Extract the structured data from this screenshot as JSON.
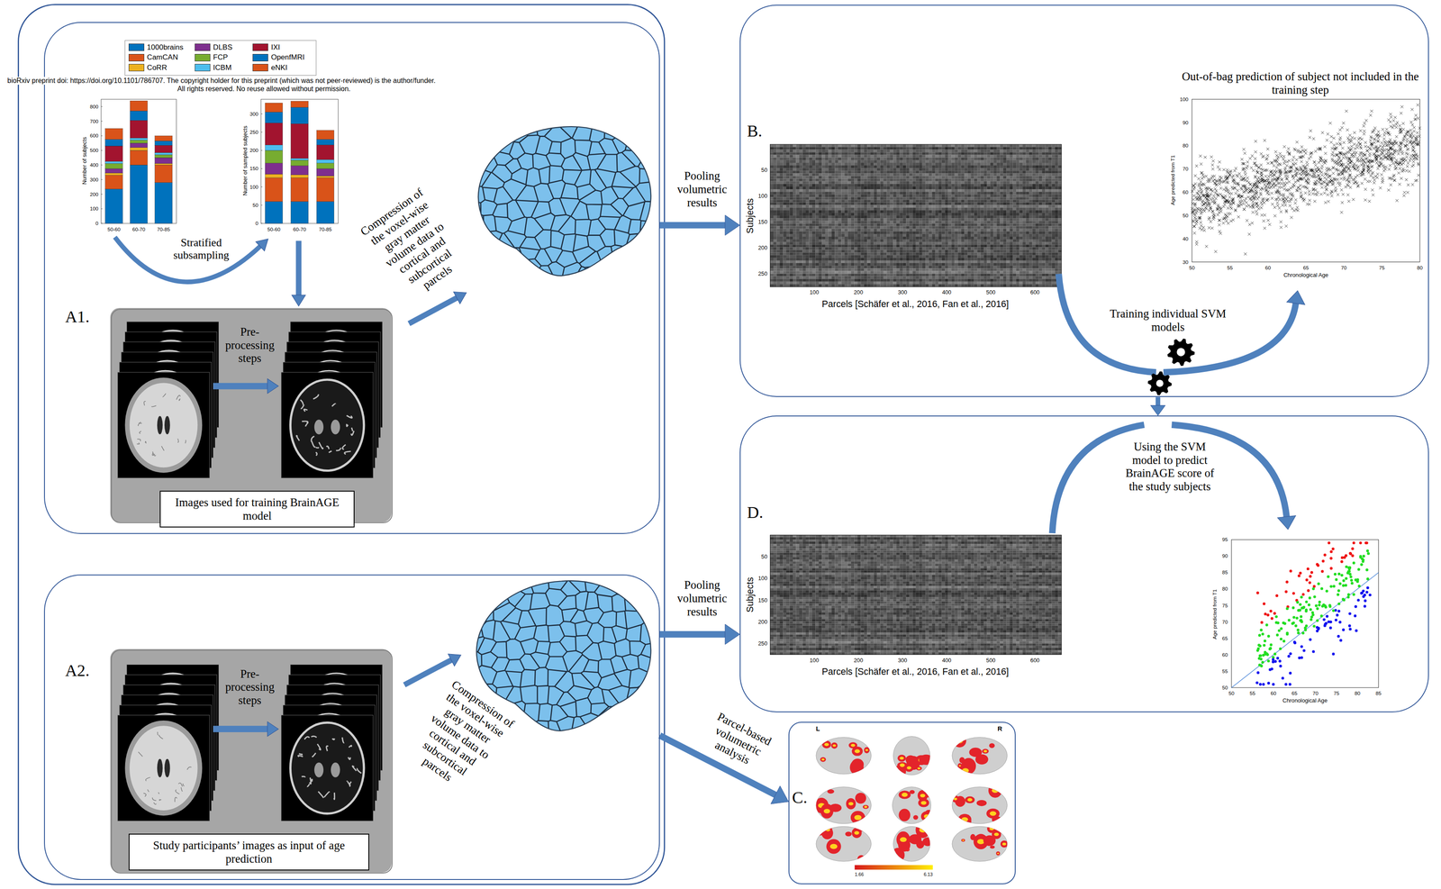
{
  "diagram": {
    "nodes": [
      {
        "text": [
          "A1.",
          "Stratified subsampling",
          "Compression of the voxel-wise gray matter volume data to cortical and subcortical parcels"
        ]
      },
      {
        "text": [
          "Pre-processing steps"
        ],
        "in": 0
      },
      {
        "text": [
          "Images used for training BrainAGE model"
        ],
        "in": 1
      },
      {
        "text": [
          "A2.",
          "Compression of the voxel-wise gray matter volume data to cortical and subcortical parcels"
        ]
      },
      {
        "text": [
          "Pre-processing steps"
        ],
        "in": 3
      },
      {
        "text": [
          "Study participants’ images as input of age prediction"
        ],
        "in": 4
      },
      {
        "text": [
          "B.",
          "Training individual SVM models",
          "Out-of-bag prediction of subject not included in the training step"
        ]
      },
      {
        "text": [
          "D.",
          "Using the SVM model to predict BrainAGE score of the study subjects"
        ]
      },
      {
        "text": [
          "C."
        ]
      }
    ],
    "edges": [
      {
        "from": 0,
        "to": 6,
        "arrow": "to",
        "label": "Pooling volumetric results"
      },
      {
        "from": 3,
        "to": 7,
        "arrow": "to",
        "label": "Pooling volumetric results"
      },
      {
        "from": 3,
        "to": 8,
        "arrow": "to",
        "label": "Parcel-based volumetric analysis"
      },
      {
        "from": 6,
        "to": 7,
        "arrow": "to"
      }
    ],
    "labels": [
      "bioRxiv preprint doi: https://doi.org/10.1101/786707. The copyright holder for this preprint (which was not peer-reviewed) is the author/funder.",
      "All rights reserved. No reuse allowed without permission.",
      "0",
      "100",
      "200",
      "300",
      "400",
      "500",
      "600",
      "700",
      "800",
      "Number of subjects",
      "50-60",
      "60-70",
      "70-85",
      "0",
      "50",
      "100",
      "150",
      "200",
      "250",
      "300",
      "Number of sampled subjects",
      "50-60",
      "60-70",
      "70-85",
      "Subjects",
      "50",
      "100",
      "150",
      "200",
      "250",
      "100",
      "200",
      "300",
      "400",
      "500",
      "600",
      "Parcels [Schäfer et al., 2016, Fan et al., 2016]",
      "30",
      "40",
      "50",
      "60",
      "70",
      "80",
      "90",
      "100",
      "Age predicted from T1",
      "50",
      "55",
      "60",
      "65",
      "70",
      "75",
      "80",
      "Chronological Age",
      "Subjects",
      "50",
      "100",
      "150",
      "200",
      "250",
      "100",
      "200",
      "300",
      "400",
      "500",
      "600",
      "Parcels [Schäfer et al., 2016, Fan et al., 2016]",
      "50",
      "55",
      "60",
      "65",
      "70",
      "75",
      "80",
      "85",
      "90",
      "95",
      "Age predicted from T1",
      "50",
      "55",
      "60",
      "65",
      "70",
      "75",
      "80",
      "85",
      "Chronological Age",
      "L",
      "R",
      "1.66",
      "6.13"
    ],
    "legend": [
      {
        "text": "1000brains",
        "color": "#0072BD"
      },
      {
        "text": "CamCAN",
        "color": "#D95319"
      },
      {
        "text": "CoRR",
        "color": "#EDB120"
      },
      {
        "text": "DLBS",
        "color": "#7E2F8E"
      },
      {
        "text": "FCP",
        "color": "#77AC30"
      },
      {
        "text": "ICBM",
        "color": "#4DBEEE"
      },
      {
        "text": "IXI",
        "color": "#A2142F"
      },
      {
        "text": "OpenfMRI",
        "color": "#0072BD"
      },
      {
        "text": "eNKI",
        "color": "#D95319"
      }
    ]
  }
}
